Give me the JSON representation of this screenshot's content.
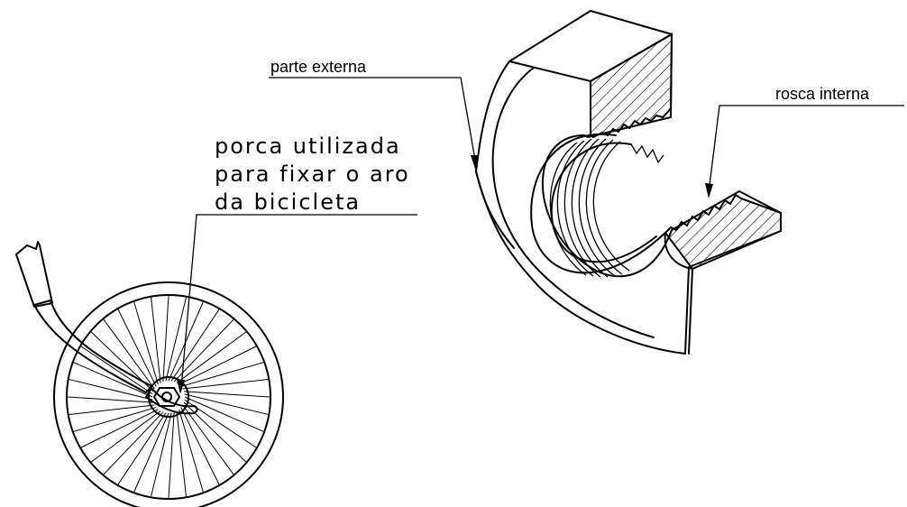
{
  "labels": {
    "outer_part": "parte externa",
    "inner_thread": "rosca interna",
    "nut_caption_line1": "porca utilizada",
    "nut_caption_line2": "para fixar o aro",
    "nut_caption_line3": "da bicicleta"
  },
  "colors": {
    "ink": "#000000",
    "background": "#ffffff"
  }
}
